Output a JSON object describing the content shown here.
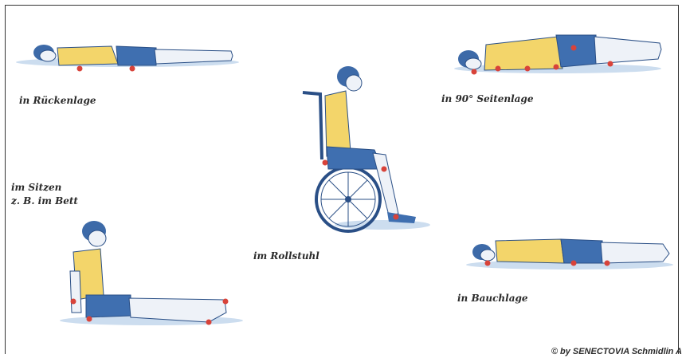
{
  "labels": {
    "supine": "in Rückenlage",
    "side": "in 90° Seitenlage",
    "sitting_line1": "im Sitzen",
    "sitting_line2": "z. B. im Bett",
    "wheelchair": "im Rollstuhl",
    "prone": "in Bauchlage"
  },
  "copyright": "© by SENECTOVIA Schmidlin A",
  "colors": {
    "shirt": "#f3d56a",
    "shorts": "#3f6fb0",
    "hair": "#3d6aa8",
    "skin": "#eef2f8",
    "pressure_point": "#d8433a",
    "shadow": "#b7cfe8",
    "outline": "#2a4f86"
  }
}
